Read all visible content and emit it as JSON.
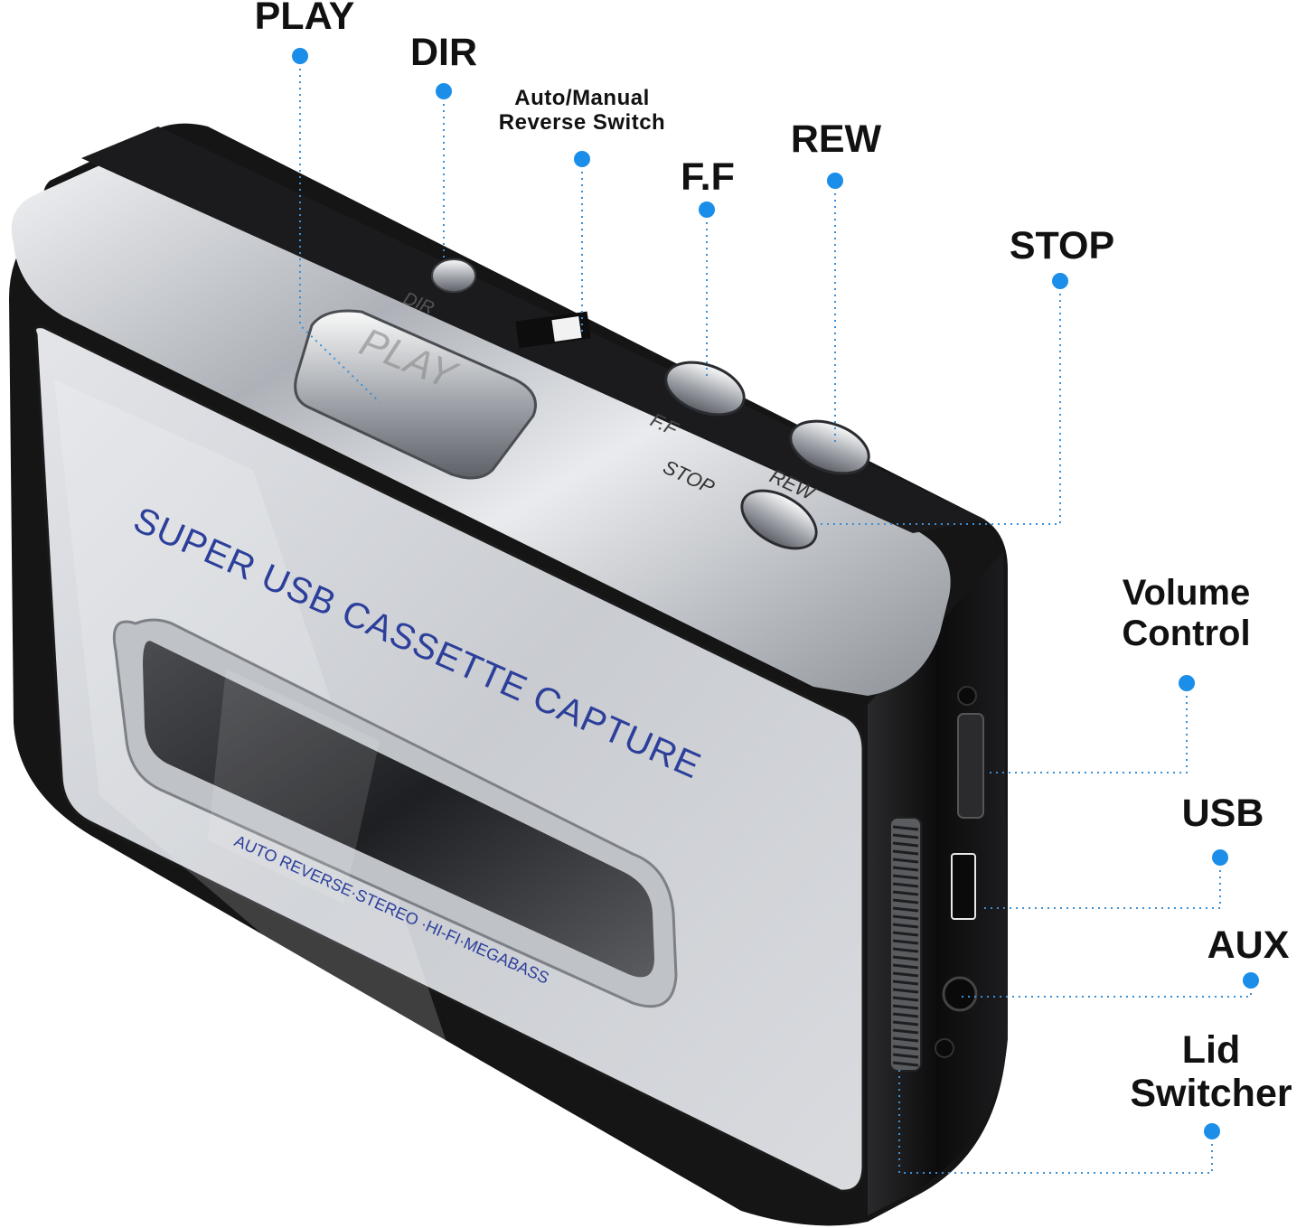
{
  "colors": {
    "dot": "#1a8ee8",
    "leader": "#3a8fd6",
    "body_black": "#151515",
    "chrome": "#b9bcc2",
    "face": "#d4d6db",
    "print_blue": "#2c3f9a"
  },
  "labels": {
    "play": "PLAY",
    "dir": "DIR",
    "reverse_switch": "Auto/Manual\nReverse Switch",
    "ff": "F.F",
    "rew": "REW",
    "stop": "STOP",
    "volume": "Volume\nControl",
    "usb": "USB",
    "aux": "AUX",
    "lid": "Lid\nSwitcher"
  },
  "device": {
    "title": "SUPER USB CASSETTE CAPTURE",
    "subtitle": "AUTO REVERSE·STEREO ·HI-FI·MEGABASS",
    "top_dir": "DIR",
    "top_play": "PLAY",
    "top_ff": "F.F",
    "top_stop": "STOP",
    "top_rew": "REW"
  }
}
